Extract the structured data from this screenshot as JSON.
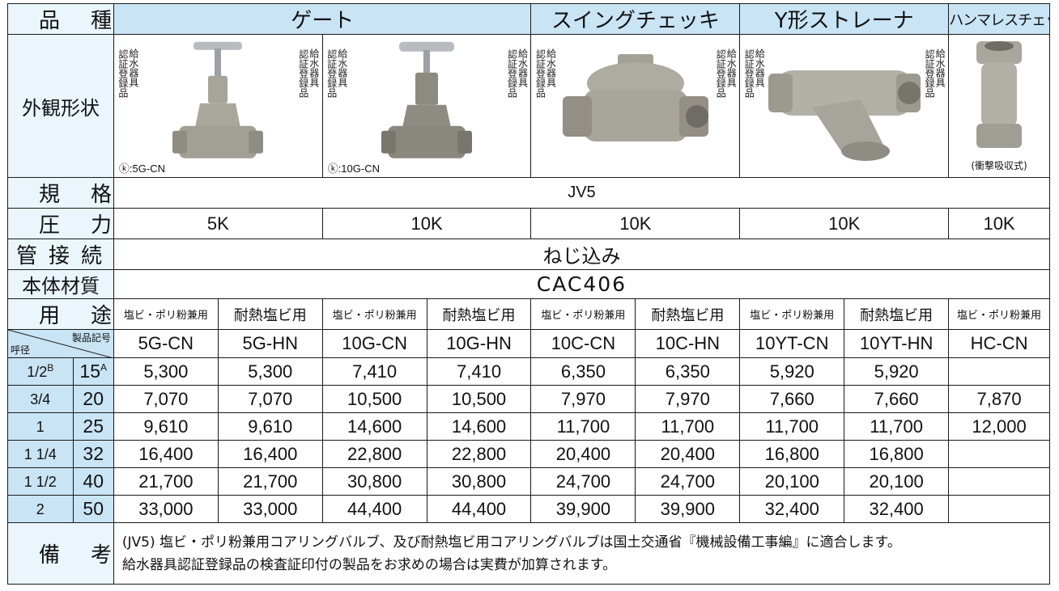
{
  "headers": {
    "kind_label": "品種",
    "appearance_label": "外観形状",
    "standard_label": "規格",
    "pressure_label": "圧力",
    "connection_label": "管接続",
    "material_label": "本体材質",
    "usage_label": "用途",
    "nominal_label": "呼径",
    "product_code_label": "製品記号",
    "remarks_label": "備考"
  },
  "kinds": {
    "gate": "ゲート",
    "swing": "スイングチェッキ",
    "strainer": "Y形ストレーナ",
    "hammerless": "ハンマレスチェッキ"
  },
  "images": {
    "cert_label_top": "給水器具",
    "cert_label_bottom": "認証登録品",
    "gate_5_note": "ⓚ:5G-CN",
    "gate_10_note": "ⓚ:10G-CN",
    "hammerless_caption": "(衝撃吸収式)"
  },
  "standard": "JV5",
  "pressures": {
    "gate5": "5K",
    "gate10": "10K",
    "swing": "10K",
    "strainer": "10K",
    "hammerless": "10K"
  },
  "connection": "ねじ込み",
  "material": "CAC406",
  "usages": [
    "塩ビ・ポリ粉兼用",
    "耐熱塩ビ用",
    "塩ビ・ポリ粉兼用",
    "耐熱塩ビ用",
    "塩ビ・ポリ粉兼用",
    "耐熱塩ビ用",
    "塩ビ・ポリ粉兼用",
    "耐熱塩ビ用",
    "塩ビ・ポリ粉兼用"
  ],
  "codes": [
    "5G-CN",
    "5G-HN",
    "10G-CN",
    "10G-HN",
    "10C-CN",
    "10C-HN",
    "10YT-CN",
    "10YT-HN",
    "HC-CN"
  ],
  "rows": [
    {
      "inch": "1/2",
      "inch_sup": "B",
      "mm": "15",
      "mm_sup": "A",
      "prices": [
        "5,300",
        "5,300",
        "7,410",
        "7,410",
        "6,350",
        "6,350",
        "5,920",
        "5,920",
        ""
      ]
    },
    {
      "inch": "3/4",
      "inch_sup": "",
      "mm": "20",
      "mm_sup": "",
      "prices": [
        "7,070",
        "7,070",
        "10,500",
        "10,500",
        "7,970",
        "7,970",
        "7,660",
        "7,660",
        "7,870"
      ]
    },
    {
      "inch": "1",
      "inch_sup": "",
      "mm": "25",
      "mm_sup": "",
      "prices": [
        "9,610",
        "9,610",
        "14,600",
        "14,600",
        "11,700",
        "11,700",
        "11,700",
        "11,700",
        "12,000"
      ]
    },
    {
      "inch": "1 1/4",
      "inch_sup": "",
      "mm": "32",
      "mm_sup": "",
      "prices": [
        "16,400",
        "16,400",
        "22,800",
        "22,800",
        "20,400",
        "20,400",
        "16,800",
        "16,800",
        ""
      ]
    },
    {
      "inch": "1 1/2",
      "inch_sup": "",
      "mm": "40",
      "mm_sup": "",
      "prices": [
        "21,700",
        "21,700",
        "30,800",
        "30,800",
        "24,700",
        "24,700",
        "20,100",
        "20,100",
        ""
      ]
    },
    {
      "inch": "2",
      "inch_sup": "",
      "mm": "50",
      "mm_sup": "",
      "prices": [
        "33,000",
        "33,000",
        "44,400",
        "44,400",
        "39,900",
        "39,900",
        "32,400",
        "32,400",
        ""
      ]
    }
  ],
  "remarks": {
    "line1": "(JV5) 塩ビ・ポリ粉兼用コアリングバルブ、及び耐熱塩ビ用コアリングバルブは国土交通省『機械設備工事編』に適合します。",
    "line2": "給水器具認証登録品の検査証印付の製品をお求めの場合は実費が加算されます。"
  },
  "colors": {
    "header_bg": "#eaf5fc",
    "label_bg": "#c9e4f5",
    "border": "#1a1a1a"
  }
}
